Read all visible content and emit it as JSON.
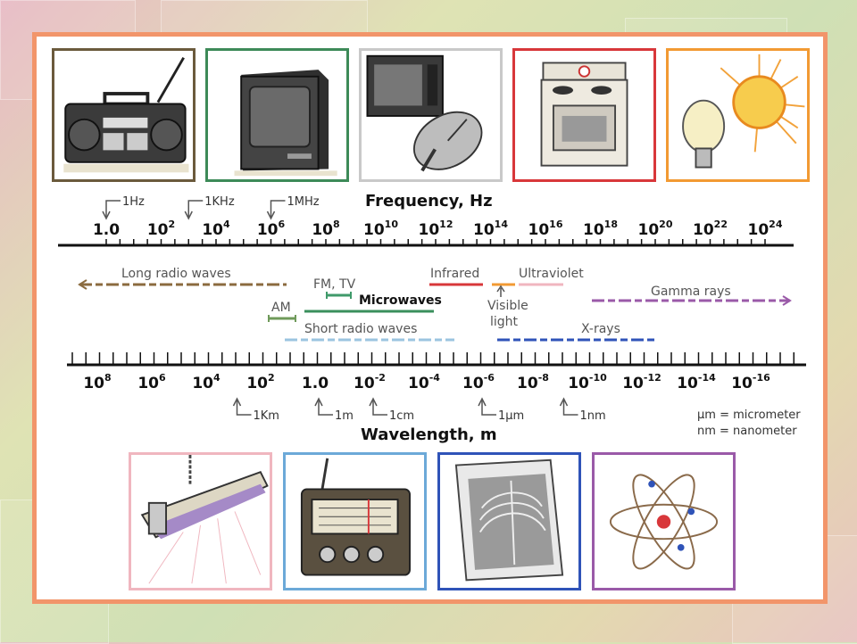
{
  "frequency_axis": {
    "title": "Frequency, Hz",
    "ticks": [
      {
        "base": "1.0",
        "exp": ""
      },
      {
        "base": "10",
        "exp": "2"
      },
      {
        "base": "10",
        "exp": "4"
      },
      {
        "base": "10",
        "exp": "6"
      },
      {
        "base": "10",
        "exp": "8"
      },
      {
        "base": "10",
        "exp": "10"
      },
      {
        "base": "10",
        "exp": "12"
      },
      {
        "base": "10",
        "exp": "14"
      },
      {
        "base": "10",
        "exp": "16"
      },
      {
        "base": "10",
        "exp": "18"
      },
      {
        "base": "10",
        "exp": "20"
      },
      {
        "base": "10",
        "exp": "22"
      },
      {
        "base": "10",
        "exp": "24"
      }
    ],
    "markers": [
      {
        "label": "1Hz",
        "log_value": 0
      },
      {
        "label": "1KHz",
        "log_value": 3
      },
      {
        "label": "1MHz",
        "log_value": 6
      }
    ]
  },
  "wavelength_axis": {
    "title": "Wavelength, m",
    "ticks": [
      {
        "base": "10",
        "exp": "8"
      },
      {
        "base": "10",
        "exp": "6"
      },
      {
        "base": "10",
        "exp": "4"
      },
      {
        "base": "10",
        "exp": "2"
      },
      {
        "base": "1.0",
        "exp": ""
      },
      {
        "base": "10",
        "exp": "-2"
      },
      {
        "base": "10",
        "exp": "-4"
      },
      {
        "base": "10",
        "exp": "-6"
      },
      {
        "base": "10",
        "exp": "-8"
      },
      {
        "base": "10",
        "exp": "-10"
      },
      {
        "base": "10",
        "exp": "-12"
      },
      {
        "base": "10",
        "exp": "-14"
      },
      {
        "base": "10",
        "exp": "-16"
      }
    ],
    "markers": [
      {
        "label": "1Km",
        "log_value": 3
      },
      {
        "label": "1m",
        "log_value": 0
      },
      {
        "label": "1cm",
        "log_value": -2
      },
      {
        "label": "1µm",
        "log_value": -6
      },
      {
        "label": "1nm",
        "log_value": -9
      }
    ]
  },
  "bands": [
    {
      "name": "Long radio waves",
      "color": "#8b6b3f"
    },
    {
      "name": "AM",
      "color": "#6f9a5a"
    },
    {
      "name": "FM, TV",
      "color": "#3f9a6a"
    },
    {
      "name": "Microwaves",
      "color": "#3a8f5c"
    },
    {
      "name": "Short radio waves",
      "color": "#9bc4e0"
    },
    {
      "name": "Infrared",
      "color": "#d8373a"
    },
    {
      "name": "Visible light",
      "color": "#f29a33"
    },
    {
      "name": "Ultraviolet",
      "color": "#f0b6bf"
    },
    {
      "name": "Gamma rays",
      "color": "#9a5aa8"
    },
    {
      "name": "X-rays",
      "color": "#2f53b8"
    }
  ],
  "legend": {
    "micrometer": "µm = micrometer",
    "nanometer": "nm = nanometer"
  },
  "images": {
    "top": [
      {
        "name": "boombox",
        "border": "#6b5a3c"
      },
      {
        "name": "television",
        "border": "#3d8a58"
      },
      {
        "name": "microwave-dish",
        "border": "#c9c9c9"
      },
      {
        "name": "stove",
        "border": "#d8373a"
      },
      {
        "name": "lightbulb-sun",
        "border": "#f29a33"
      }
    ],
    "bottom": [
      {
        "name": "uv-lamp",
        "border": "#f0b6bf"
      },
      {
        "name": "radio",
        "border": "#6ca9d8"
      },
      {
        "name": "xray",
        "border": "#2f53b8"
      },
      {
        "name": "atom",
        "border": "#9a5aa8"
      }
    ]
  }
}
